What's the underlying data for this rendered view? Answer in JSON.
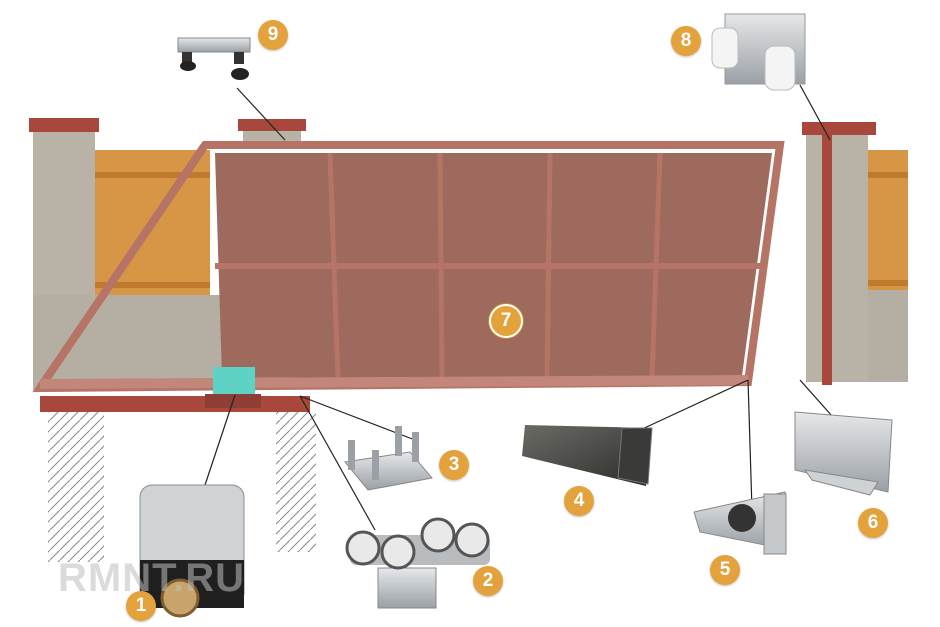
{
  "watermark": "RMNT.RU",
  "callouts": [
    {
      "number": "1",
      "part": "drive motor"
    },
    {
      "number": "2",
      "part": "roller carriage"
    },
    {
      "number": "3",
      "part": "mounting plate"
    },
    {
      "number": "4",
      "part": "guide beam"
    },
    {
      "number": "5",
      "part": "end roller"
    },
    {
      "number": "6",
      "part": "lower catcher"
    },
    {
      "number": "7",
      "part": "gate leaf"
    },
    {
      "number": "8",
      "part": "upper catcher"
    },
    {
      "number": "9",
      "part": "top guide rollers"
    }
  ],
  "colors": {
    "gate": "#9e6a5e",
    "gate_frame": "#b57465",
    "pillar": "#b5aea2",
    "pillar_cap": "#a8483c",
    "fence": "#d79546",
    "callout": "#e3a23c",
    "motor": "#5fd2c6"
  }
}
